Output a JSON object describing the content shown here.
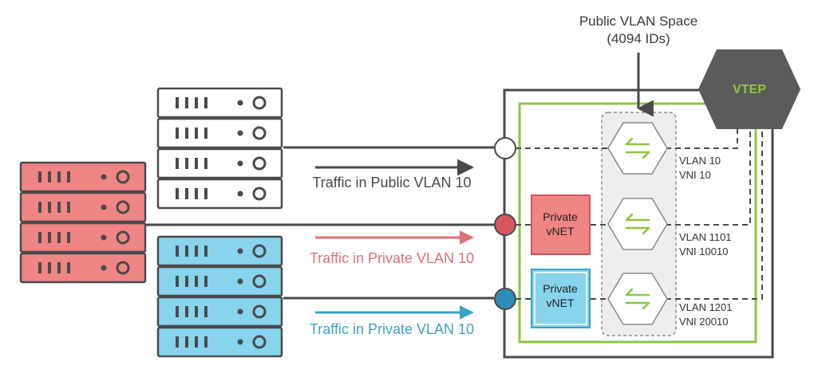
{
  "public_space": {
    "line1": "Public VLAN Space",
    "line2": "(4094 IDs)"
  },
  "vtep": {
    "label": "VTEP"
  },
  "traffic": {
    "public": "Traffic in Public VLAN 10",
    "private_red": "Traffic in Private VLAN 10",
    "private_blue": "Traffic in Private VLAN 10"
  },
  "vnet": {
    "red": {
      "line1": "Private",
      "line2": "vNET"
    },
    "blue": {
      "line1": "Private",
      "line2": "vNET"
    }
  },
  "vlans": [
    {
      "vlan": "VLAN 10",
      "vni": "VNI 10"
    },
    {
      "vlan": "VLAN 1101",
      "vni": "VNI 10010"
    },
    {
      "vlan": "VLAN 1201",
      "vni": "VNI 20010"
    }
  ],
  "colors": {
    "white_rack": "#ffffff",
    "red_rack": "#f08585",
    "blue_rack": "#87d4ec",
    "green": "#8cc63f",
    "vtep": "#5b5b5b",
    "red_arrow": "#e07078",
    "blue_arrow": "#3aa3c6",
    "dark": "#4a4a4a"
  }
}
